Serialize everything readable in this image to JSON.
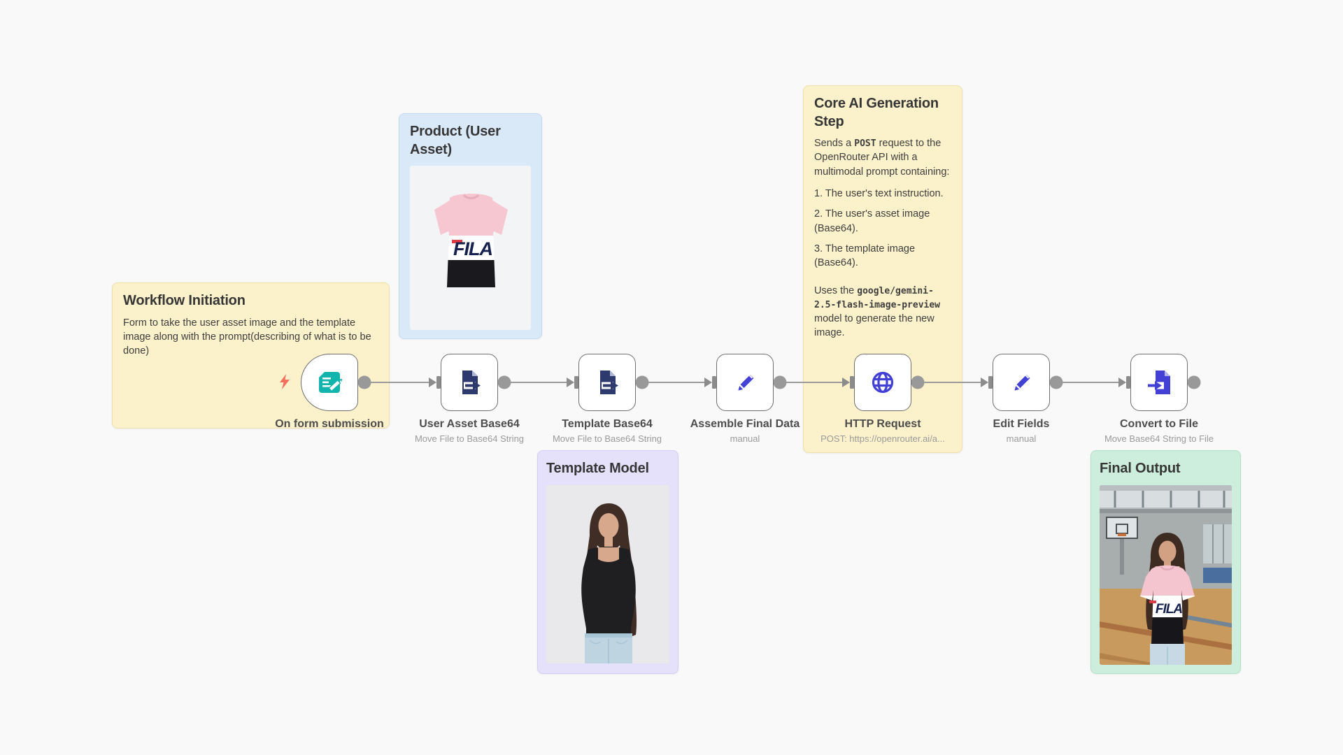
{
  "canvas": {
    "background": "#f9f9f9"
  },
  "colors": {
    "sticky_yellow": "#fbf1ca",
    "sticky_blue": "#d9e9f8",
    "sticky_purple": "#e6e1fb",
    "sticky_green": "#cdeedd",
    "connector_gray": "#9a9a9a",
    "icon_teal": "#12b5ae",
    "icon_navy": "#2e3a6d",
    "icon_indigo": "#4340d6",
    "bolt_red": "#f4705c"
  },
  "stickies": {
    "workflow_initiation": {
      "title": "Workflow Initiation",
      "body": "Form to take the user asset image and the template image along with the prompt(describing of what is to be done)"
    },
    "product_user_asset": {
      "title": "Product (User Asset)",
      "image_label": "FILA"
    },
    "core_ai": {
      "title": "Core AI Generation Step",
      "p1_pre": "Sends a ",
      "p1_mono": "POST",
      "p1_post": " request to the OpenRouter API with a multimodal prompt containing:",
      "item1": "1. The user's text instruction.",
      "item2": "2. The user's asset image (Base64).",
      "item3": "3. The template image (Base64).",
      "p2_pre": "Uses the ",
      "p2_mono": "google/gemini-2.5-flash-image-preview",
      "p2_post": " model to generate the new image."
    },
    "template_model": {
      "title": "Template Model"
    },
    "final_output": {
      "title": "Final Output",
      "image_label": "FILA"
    }
  },
  "nodes": [
    {
      "label": "On form submission",
      "subtitle": "",
      "icon": "form-edit-icon"
    },
    {
      "label": "User Asset Base64",
      "subtitle": "Move File to Base64 String",
      "icon": "file-export-icon"
    },
    {
      "label": "Template Base64",
      "subtitle": "Move File to Base64 String",
      "icon": "file-export-icon"
    },
    {
      "label": "Assemble Final Data",
      "subtitle": "manual",
      "icon": "pencil-icon"
    },
    {
      "label": "HTTP Request",
      "subtitle": "POST: https://openrouter.ai/a...",
      "icon": "globe-icon"
    },
    {
      "label": "Edit Fields",
      "subtitle": "manual",
      "icon": "pencil-icon"
    },
    {
      "label": "Convert to File",
      "subtitle": "Move Base64 String to File",
      "icon": "file-import-icon"
    }
  ]
}
